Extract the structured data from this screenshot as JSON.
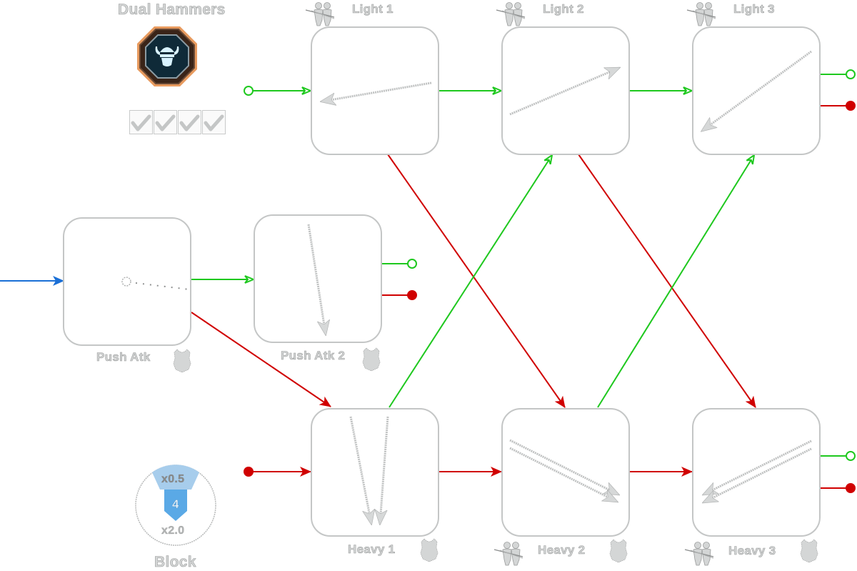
{
  "weapon": {
    "name": "Dual Hammers",
    "icon": "viking-helmet-icon",
    "upgrade_checks": [
      true,
      true,
      true,
      true
    ]
  },
  "block": {
    "label": "Block",
    "top_multiplier": "x0.5",
    "value": "4",
    "bottom_multiplier": "x2.0"
  },
  "colors": {
    "light_chain": "#1ec81e",
    "heavy_chain": "#d00000",
    "entry": "#1a6fd6",
    "node_border": "#c4c6c6",
    "label": "#d4d6d6"
  },
  "nodes": [
    {
      "id": "light1",
      "label": "Light 1",
      "type": "light",
      "label_pos": "top",
      "icons": [
        "sweep-attack-icon"
      ],
      "swing": "right-to-left"
    },
    {
      "id": "light2",
      "label": "Light 2",
      "type": "light",
      "label_pos": "top",
      "icons": [
        "sweep-attack-icon"
      ],
      "swing": "left-to-right-up"
    },
    {
      "id": "light3",
      "label": "Light 3",
      "type": "light",
      "label_pos": "top",
      "icons": [
        "sweep-attack-icon"
      ],
      "swing": "diagonal-down-left"
    },
    {
      "id": "push1",
      "label": "Push Atk",
      "type": "push",
      "label_pos": "bottom",
      "icons": [
        "armor-icon"
      ],
      "swing": "thrust"
    },
    {
      "id": "push2",
      "label": "Push Atk 2",
      "type": "push",
      "label_pos": "bottom",
      "icons": [
        "armor-icon"
      ],
      "swing": "overhead-down"
    },
    {
      "id": "heavy1",
      "label": "Heavy 1",
      "type": "heavy",
      "label_pos": "bottom",
      "icons": [
        "armor-icon"
      ],
      "swing": "double-overhead"
    },
    {
      "id": "heavy2",
      "label": "Heavy 2",
      "type": "heavy",
      "label_pos": "bottom",
      "icons": [
        "sweep-attack-icon",
        "armor-icon"
      ],
      "swing": "double-diagonal-down-right"
    },
    {
      "id": "heavy3",
      "label": "Heavy 3",
      "type": "heavy",
      "label_pos": "bottom",
      "icons": [
        "sweep-attack-icon",
        "armor-icon"
      ],
      "swing": "double-diagonal-down-left"
    }
  ],
  "connections": [
    {
      "from": "start-light",
      "to": "light1",
      "kind": "light"
    },
    {
      "from": "light1",
      "to": "light2",
      "kind": "light"
    },
    {
      "from": "light2",
      "to": "light3",
      "kind": "light"
    },
    {
      "from": "light1",
      "to": "heavy2",
      "kind": "heavy"
    },
    {
      "from": "light2",
      "to": "heavy3",
      "kind": "heavy"
    },
    {
      "from": "heavy1",
      "to": "light2",
      "kind": "light"
    },
    {
      "from": "heavy2",
      "to": "light3",
      "kind": "light"
    },
    {
      "from": "start-heavy",
      "to": "heavy1",
      "kind": "heavy"
    },
    {
      "from": "heavy1",
      "to": "heavy2",
      "kind": "heavy"
    },
    {
      "from": "heavy2",
      "to": "heavy3",
      "kind": "heavy"
    },
    {
      "from": "entry",
      "to": "push1",
      "kind": "entry"
    },
    {
      "from": "push1",
      "to": "push2",
      "kind": "light"
    },
    {
      "from": "push1",
      "to": "heavy1",
      "kind": "heavy"
    }
  ],
  "legend": {
    "light_input": "open-circle",
    "heavy_input": "filled-circle"
  }
}
